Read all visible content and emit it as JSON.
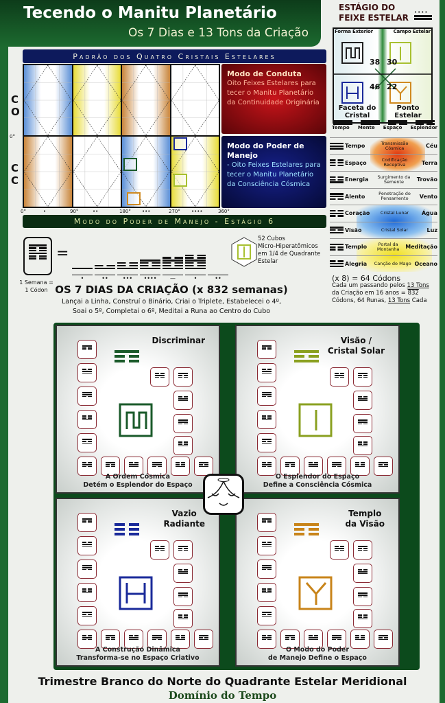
{
  "header": {
    "title": "Tecendo o Manitu Planetário",
    "subtitle": "Os 7 Dias e 13 Tons da Criação"
  },
  "pattern": {
    "title": "Padrão dos Quatro Cristais Estelares",
    "row_labels": [
      [
        "C",
        "O"
      ],
      [
        "C",
        "C"
      ]
    ],
    "axis_ticks": [
      "0°",
      "90°",
      "180°",
      "270°",
      "360°"
    ],
    "axis_dots": [
      "•",
      "••",
      "•••",
      "••••"
    ],
    "zero_label": "0°",
    "column_colors": [
      "#5b8fd6",
      "#e8dc3a",
      "#c8843a",
      "#ffffff"
    ],
    "row2_colors": [
      "#c8843a",
      "#ffffff",
      "#5b8fd6",
      "#e8dc3a"
    ],
    "footer": "Modo do Poder de Manejo - Estágio 6"
  },
  "modes": [
    {
      "title": "Modo de Conduta",
      "text": "Oito Feixes Estelares para tecer o Manitu Planetário da Continuidade Originária"
    },
    {
      "title": "Modo do Poder de Manejo",
      "text": "- Oito Feixes Estelares para tecer o Manitu Planetário da Consciência Cósmica"
    }
  ],
  "feixe": {
    "title": [
      "ESTÁGIO DO",
      "FEIXE ESTELAR"
    ],
    "col_headers": [
      "Forma Exterior",
      "Campo Estelar"
    ],
    "numbers": [
      "38",
      "30",
      "46",
      "22"
    ],
    "bottom_labels": [
      "Faceta do Cristal",
      "Ponto Estelar"
    ]
  },
  "line_headers": [
    "Tempo",
    "Mente",
    "Espaço",
    "Esplendor"
  ],
  "trigrams": [
    {
      "hex": [
        1,
        1,
        1
      ],
      "left": "Tempo",
      "mid": "Transmissão Cósmica",
      "right": "Céu"
    },
    {
      "hex": [
        0,
        0,
        0
      ],
      "left": "Espaço",
      "mid": "Codificação Receptiva",
      "right": "Terra"
    },
    {
      "hex": [
        0,
        0,
        1
      ],
      "left": "Energia",
      "mid": "Surgimento da Semente",
      "right": "Trovão"
    },
    {
      "hex": [
        1,
        1,
        0
      ],
      "left": "Alento",
      "mid": "Penetração do Pensamento",
      "right": "Vento"
    },
    {
      "hex": [
        0,
        1,
        0
      ],
      "left": "Coração",
      "mid": "Cristal Lunar",
      "right": "Água"
    },
    {
      "hex": [
        1,
        0,
        1
      ],
      "left": "Visão",
      "mid": "Cristal Solar",
      "right": "Luz"
    },
    {
      "hex": [
        1,
        0,
        0
      ],
      "left": "Templo",
      "mid": "Portal da Montanha",
      "right": "Meditação"
    },
    {
      "hex": [
        0,
        1,
        1
      ],
      "left": "Alegria",
      "mid": "Canção do Mago",
      "right": "Oceano"
    }
  ],
  "codons": {
    "line1": "(x 8) = 64 Códons",
    "line2a": "Cada um passando pelos ",
    "tons": "13 Tons",
    "line2b": " da Criação em 16 anos = ",
    "n832": "832",
    "line3a": " Códons, 64 Runas, ",
    "line3b": " Cada"
  },
  "week": {
    "label1": "1 Semana =",
    "label2": "1 Códon",
    "equals": "=",
    "cubes": [
      "52 Cubos",
      "Micro-Hiperatômicos",
      "em 1/4 de Quadrante",
      "Estelar"
    ]
  },
  "days": {
    "title": "OS 7 DIAS DA CRIAÇÃO (x 832 semanas)",
    "line1": "Lançai a Linha, Construí o Binário, Criai o Triplete, Estabelecei o 4º,",
    "line2": "Soai o 5º, Completai o 6º, Meditai a Runa ao Centro do Cubo",
    "tones": [
      "•",
      "••",
      "•••",
      "••••",
      "—",
      "•",
      "••"
    ]
  },
  "quadrants": [
    {
      "title": [
        "Discriminar"
      ],
      "caption": [
        "A Ordem Cósmica",
        "Detém o Esplendor do Espaço"
      ],
      "color": "#111111",
      "seal": "#1a5a2a",
      "hex": [
        1,
        0,
        0,
        1,
        1,
        1
      ]
    },
    {
      "title": [
        "Visão /",
        "Cristal Solar"
      ],
      "caption": [
        "O Esplendor do Espaço",
        "Define a Consciência Cósmica"
      ],
      "color": "#111111",
      "seal": "#8aa020",
      "hex": [
        1,
        0,
        1,
        1,
        0,
        1
      ]
    },
    {
      "title": [
        "Vazio",
        "Radiante"
      ],
      "caption": [
        "A Construção Dinâmica",
        "Transforma-se no Espaço Criativo"
      ],
      "color": "#111111",
      "seal": "#1a2a9a",
      "hex": [
        0,
        0,
        0,
        1,
        1,
        1
      ]
    },
    {
      "title": [
        "Templo",
        "da Visão"
      ],
      "caption": [
        "O Modo do Poder",
        "de Manejo Define o Espaço"
      ],
      "color": "#111111",
      "seal": "#c8841a",
      "hex": [
        1,
        0,
        0,
        1,
        0,
        1
      ]
    }
  ],
  "footer": {
    "line1": "Trimestre Branco do Norte do Quadrante Estelar Meridional",
    "line2": "Domínio do Tempo"
  }
}
